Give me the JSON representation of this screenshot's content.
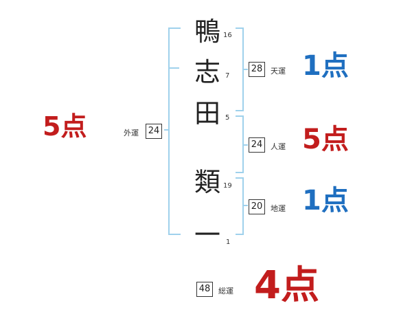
{
  "name_chars": [
    {
      "char": "鴨",
      "strokes": "16"
    },
    {
      "char": "志",
      "strokes": "7"
    },
    {
      "char": "田",
      "strokes": "5"
    },
    {
      "char": "類",
      "strokes": "19"
    },
    {
      "char": "一",
      "strokes": "1"
    }
  ],
  "gaiun": {
    "label": "外運",
    "value": "24",
    "score": "5点"
  },
  "tenun": {
    "label": "天運",
    "value": "28",
    "score": "1点"
  },
  "jinun": {
    "label": "人運",
    "value": "24",
    "score": "5点"
  },
  "chiun": {
    "label": "地運",
    "value": "20",
    "score": "1点"
  },
  "souun": {
    "label": "総運",
    "value": "48",
    "score": "4点"
  },
  "colors": {
    "blue": "#1f6fc0",
    "red": "#c21d1d",
    "bracket": "#9fd1ec"
  }
}
